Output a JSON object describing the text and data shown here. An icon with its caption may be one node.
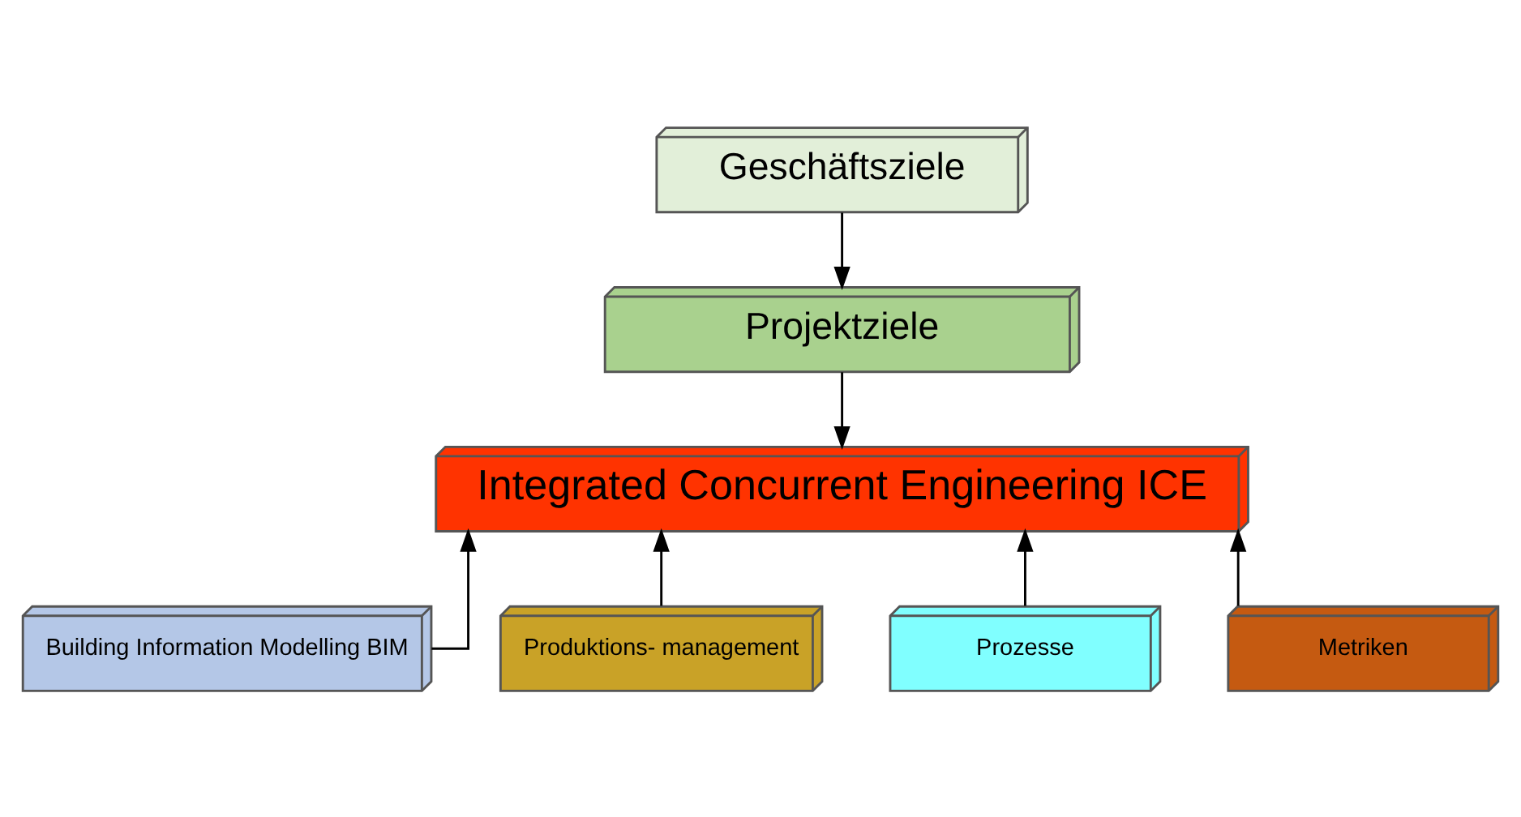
{
  "diagram": {
    "nodes": [
      {
        "text": [
          "Geschäftsziele"
        ]
      },
      {
        "text": [
          "Projektziele"
        ]
      },
      {
        "text": [
          "Integrated Concurrent Engineering ICE"
        ]
      },
      {
        "text": [
          "Building Information Modelling BIM"
        ]
      },
      {
        "text": [
          "Produktions- management"
        ]
      },
      {
        "text": [
          "Prozesse"
        ]
      },
      {
        "text": [
          "Metriken"
        ]
      }
    ],
    "edges": [
      {
        "from": 0,
        "to": 1,
        "arrow": "to"
      },
      {
        "from": 1,
        "to": 2,
        "arrow": "to"
      },
      {
        "from": 3,
        "to": 2,
        "arrow": "to"
      },
      {
        "from": 4,
        "to": 2,
        "arrow": "to"
      },
      {
        "from": 5,
        "to": 2,
        "arrow": "to"
      },
      {
        "from": 6,
        "to": 2,
        "arrow": "to"
      }
    ]
  }
}
